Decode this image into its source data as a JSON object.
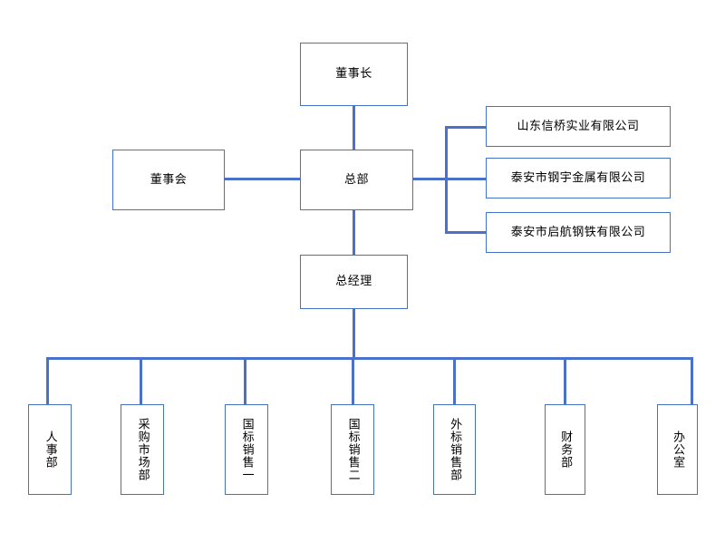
{
  "chart_data": {
    "type": "diagram",
    "diagram_kind": "org-chart",
    "title": "",
    "orientation": "top-down",
    "accent_color": "#4472c4",
    "connector_color": "#4a72c8",
    "background_color": "#ffffff",
    "text_color": "#000000",
    "nodes": [
      {
        "id": "chairman",
        "label": "董事长",
        "level": 0,
        "text_direction": "horizontal"
      },
      {
        "id": "board",
        "label": "董事会",
        "level": 1,
        "text_direction": "horizontal"
      },
      {
        "id": "headquarters",
        "label": "总部",
        "level": 1,
        "text_direction": "horizontal"
      },
      {
        "id": "subsidiary-1",
        "label": "山东信桥实业有限公司",
        "level": 2,
        "text_direction": "horizontal"
      },
      {
        "id": "subsidiary-2",
        "label": "泰安市钢宇金属有限公司",
        "level": 2,
        "text_direction": "horizontal"
      },
      {
        "id": "subsidiary-3",
        "label": "泰安市启航钢铁有限公司",
        "level": 2,
        "text_direction": "horizontal"
      },
      {
        "id": "general-manager",
        "label": "总经理",
        "level": 2,
        "text_direction": "horizontal"
      },
      {
        "id": "dept-hr",
        "label": "人事部",
        "level": 3,
        "text_direction": "vertical"
      },
      {
        "id": "dept-procurement-market",
        "label": "采购市场部",
        "level": 3,
        "text_direction": "vertical"
      },
      {
        "id": "dept-gb-sales-1",
        "label": "国标销售一",
        "level": 3,
        "text_direction": "vertical"
      },
      {
        "id": "dept-gb-sales-2",
        "label": "国标销售二",
        "level": 3,
        "text_direction": "vertical"
      },
      {
        "id": "dept-foreign-sales",
        "label": "外标销售部",
        "level": 3,
        "text_direction": "vertical"
      },
      {
        "id": "dept-finance",
        "label": "财务部",
        "level": 3,
        "text_direction": "vertical"
      },
      {
        "id": "dept-office",
        "label": "办公室",
        "level": 3,
        "text_direction": "vertical"
      }
    ],
    "edges": [
      {
        "from": "chairman",
        "to": "headquarters"
      },
      {
        "from": "board",
        "to": "headquarters"
      },
      {
        "from": "headquarters",
        "to": "subsidiary-1"
      },
      {
        "from": "headquarters",
        "to": "subsidiary-2"
      },
      {
        "from": "headquarters",
        "to": "subsidiary-3"
      },
      {
        "from": "headquarters",
        "to": "general-manager"
      },
      {
        "from": "general-manager",
        "to": "dept-hr"
      },
      {
        "from": "general-manager",
        "to": "dept-procurement-market"
      },
      {
        "from": "general-manager",
        "to": "dept-gb-sales-1"
      },
      {
        "from": "general-manager",
        "to": "dept-gb-sales-2"
      },
      {
        "from": "general-manager",
        "to": "dept-foreign-sales"
      },
      {
        "from": "general-manager",
        "to": "dept-finance"
      },
      {
        "from": "general-manager",
        "to": "dept-office"
      }
    ]
  },
  "nodes": {
    "chairman": "董事长",
    "board": "董事会",
    "headquarters": "总部",
    "subsidiary_1": "山东信桥实业有限公司",
    "subsidiary_2": "泰安市钢宇金属有限公司",
    "subsidiary_3": "泰安市启航钢铁有限公司",
    "general_manager": "总经理",
    "dept_hr": "人事部",
    "dept_procurement_market": "采购市场部",
    "dept_gb_sales_1": "国标销售一",
    "dept_gb_sales_2": "国标销售二",
    "dept_foreign_sales": "外标销售部",
    "dept_finance": "财务部",
    "dept_office": "办公室"
  }
}
